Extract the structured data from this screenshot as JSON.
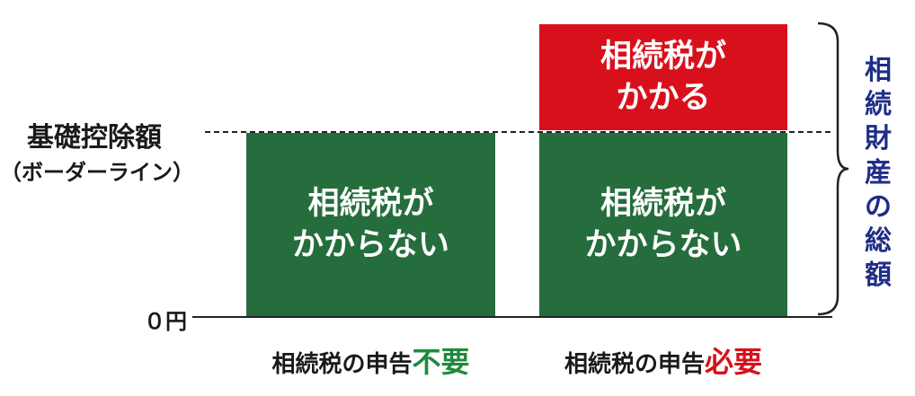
{
  "left_labels": {
    "threshold_title": "基礎控除額",
    "threshold_subtitle": "（ボーダーライン）",
    "zero_label": "０円"
  },
  "left_column": {
    "box_line1": "相続税が",
    "box_line2": "かからない",
    "caption_prefix": "相続税の申告",
    "caption_accent": "不要"
  },
  "right_column": {
    "top_box_line1": "相続税が",
    "top_box_line2": "かかる",
    "bottom_box_line1": "相続税が",
    "bottom_box_line2": "かからない",
    "caption_prefix": "相続税の申告",
    "caption_accent": "必要"
  },
  "total_label": [
    "相",
    "続",
    "財",
    "産",
    "の",
    "総",
    "額"
  ],
  "colors": {
    "green": "#256d3c",
    "red": "#d8101c",
    "navy": "#1f2e86",
    "accent_green": "#1f8a3c"
  }
}
